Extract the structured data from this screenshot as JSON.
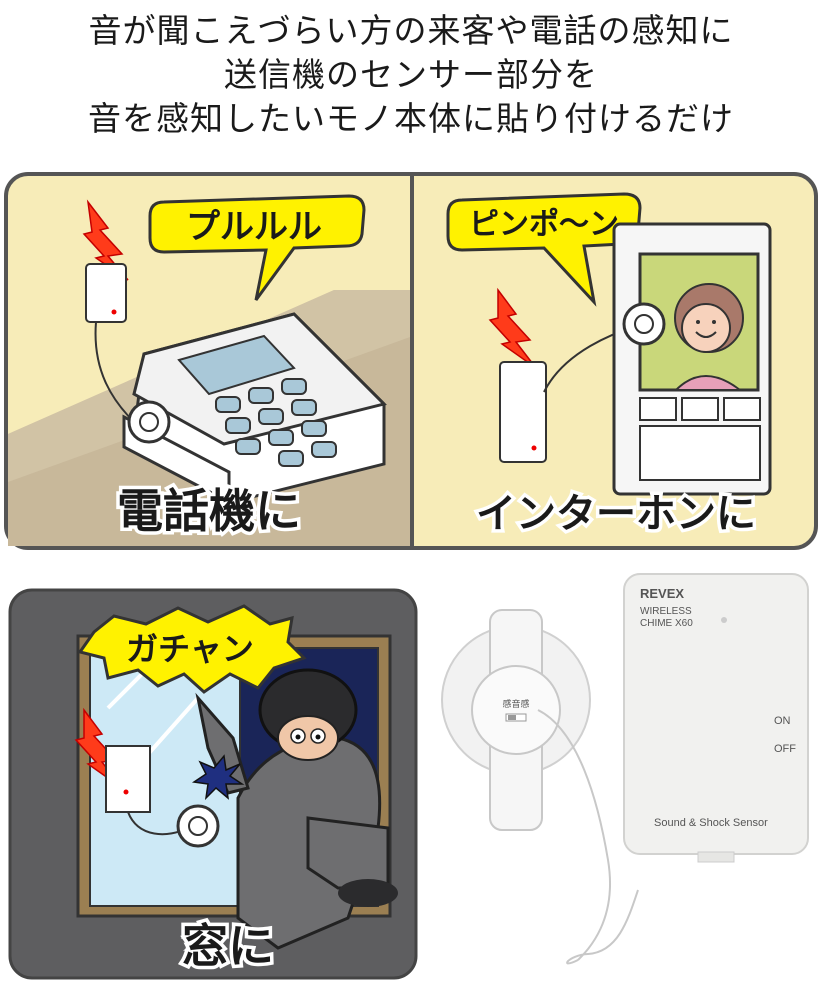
{
  "headline": {
    "line1": "音が聞こえづらい方の来客や電話の感知に",
    "line2": "送信機のセンサー部分を",
    "line3": "音を感知したいモノ本体に貼り付けるだけ"
  },
  "panels": {
    "phone": {
      "bubble": "プルルル",
      "caption": "電話機に"
    },
    "intercom": {
      "bubble": "ピンポ〜ン",
      "caption": "インターホンに"
    },
    "window": {
      "bubble": "ガチャン",
      "caption": "窓に"
    }
  },
  "product": {
    "brand": "REVEX",
    "model_line1": "WIRELESS",
    "model_line2": "CHIME X60",
    "switch_on": "ON",
    "switch_off": "OFF",
    "label": "Sound & Shock Sensor",
    "sensor_label": "感音感"
  },
  "colors": {
    "panel_bg": "#f7ecb8",
    "panel_border": "#555555",
    "bubble_fill": "#fff200",
    "night_bg": "#5e5e60"
  }
}
